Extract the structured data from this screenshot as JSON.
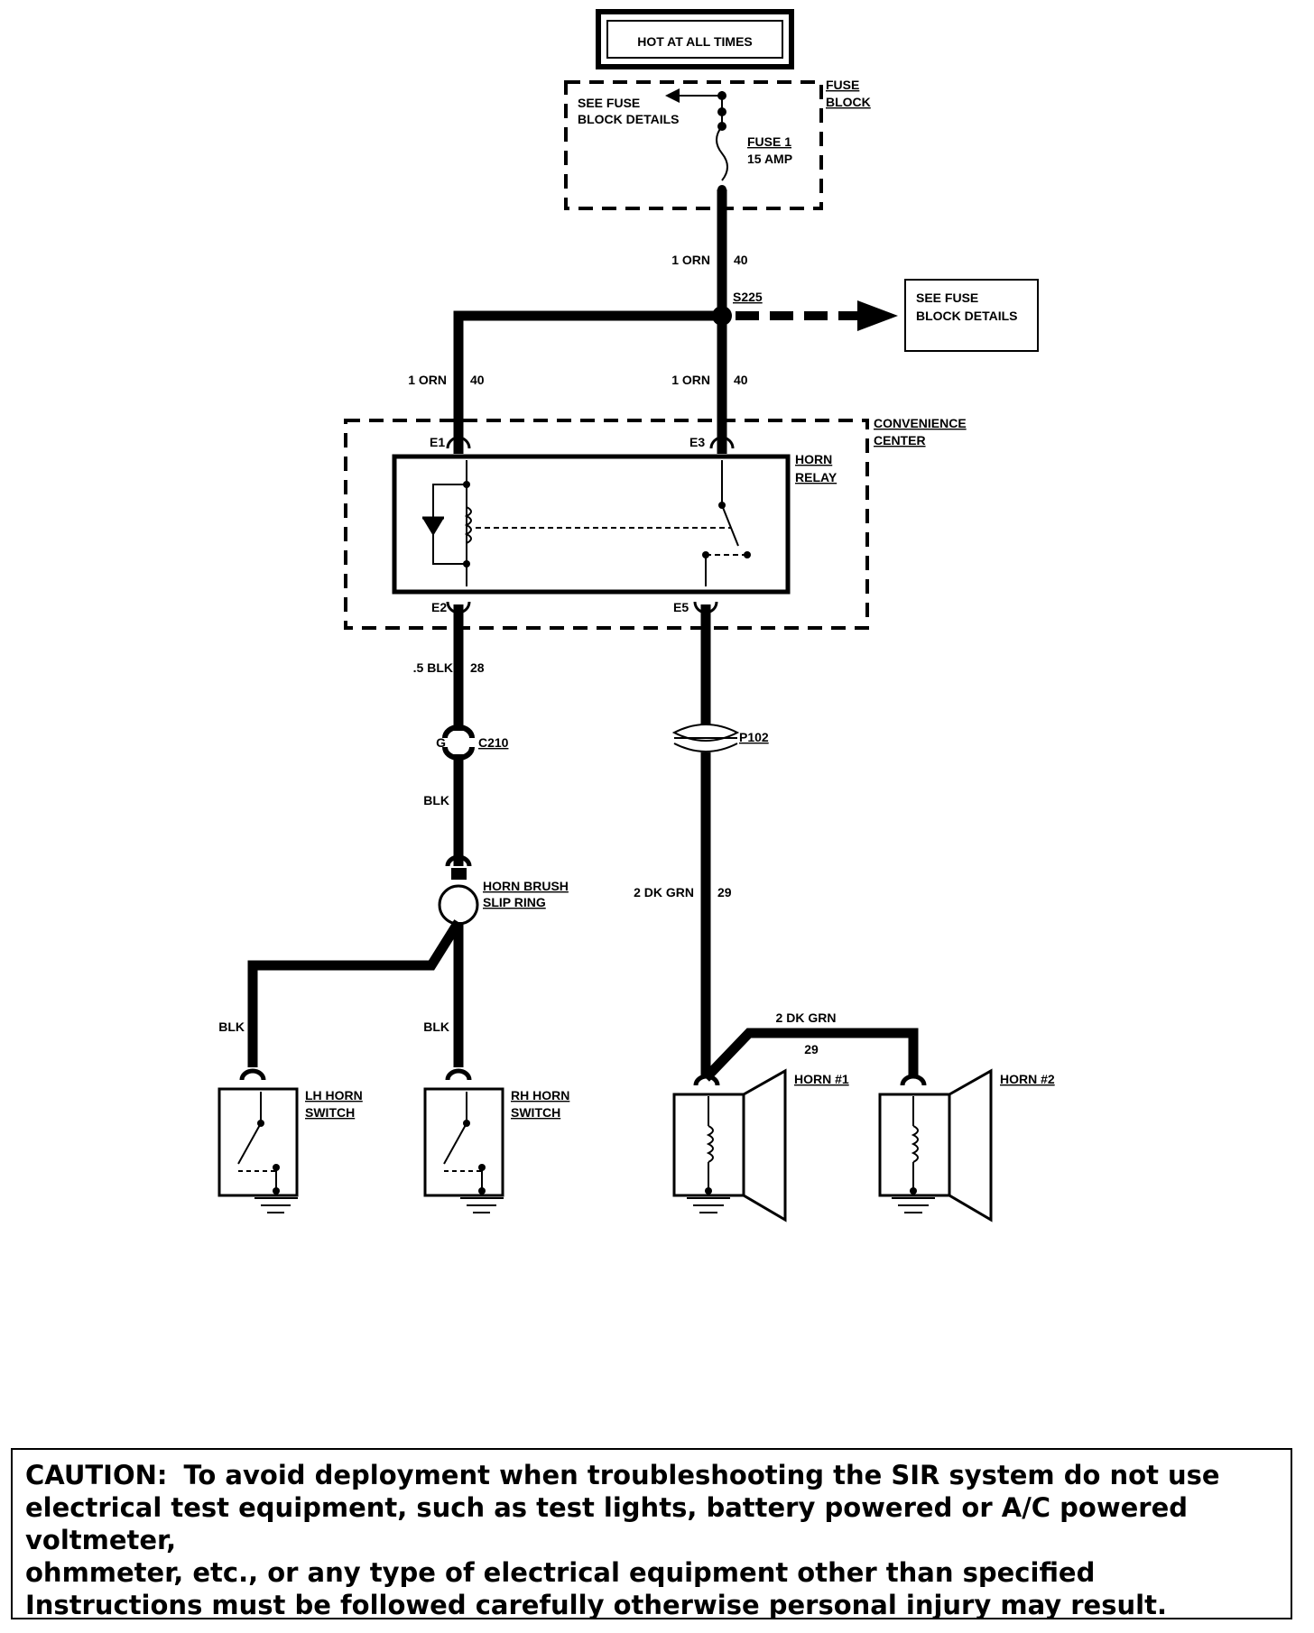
{
  "header": {
    "hot_label": "HOT AT ALL TIMES"
  },
  "fuse_block": {
    "name_line1": "FUSE",
    "name_line2": "BLOCK",
    "details_line1": "SEE FUSE",
    "details_line2": "BLOCK DETAILS",
    "fuse_line1": "FUSE 1",
    "fuse_line2": "15 AMP"
  },
  "splice": {
    "name": "S225",
    "details_line1": "SEE FUSE",
    "details_line2": "BLOCK DETAILS"
  },
  "wires": {
    "top_size": "1 ORN",
    "top_circuit": "40",
    "left_size": "1 ORN",
    "left_circuit": "40",
    "right_size": "1 ORN",
    "right_circuit": "40",
    "relay_ground_size": ".5 BLK",
    "relay_ground_circuit": "28",
    "blk_c210": "BLK",
    "horn_feed_size": "2 DK GRN",
    "horn_feed_circuit": "29",
    "lh_wire": "BLK",
    "rh_wire": "BLK",
    "horn2_size": "2 DK GRN",
    "horn2_circuit": "29"
  },
  "convenience_center": {
    "name_line1": "CONVENIENCE",
    "name_line2": "CENTER",
    "relay_line1": "HORN",
    "relay_line2": "RELAY",
    "pins": {
      "e1": "E1",
      "e3": "E3",
      "e2": "E2",
      "e5": "E5"
    }
  },
  "connectors": {
    "c210_pin": "G",
    "c210": "C210",
    "p102": "P102"
  },
  "slip_ring": {
    "line1": "HORN BRUSH",
    "line2": "SLIP RING"
  },
  "switches": {
    "lh_line1": "LH HORN",
    "lh_line2": "SWITCH",
    "rh_line1": "RH HORN",
    "rh_line2": "SWITCH"
  },
  "horns": {
    "horn1": "HORN #1",
    "horn2": "HORN #2"
  },
  "caution": {
    "label": "CAUTION:",
    "line1": "To avoid deployment when troubleshooting the SIR system do not use",
    "line2": "electrical test equipment, such as test lights, battery powered or A/C powered voltmeter,",
    "line3": "ohmmeter, etc., or any type of electrical equipment other than specified",
    "line4": "Instructions must be followed carefully otherwise personal injury may result."
  }
}
